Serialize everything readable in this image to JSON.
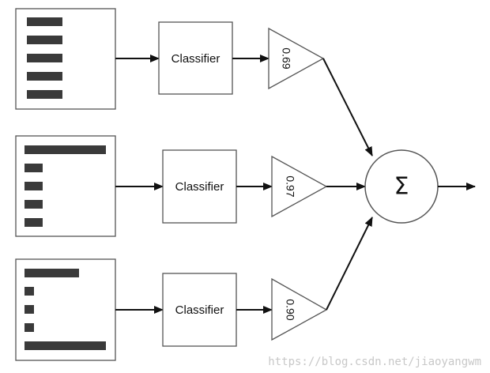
{
  "rows": [
    {
      "classifier_label": "Classifier",
      "weight_label": "0.69"
    },
    {
      "classifier_label": "Classifier",
      "weight_label": "0.97"
    },
    {
      "classifier_label": "Classifier",
      "weight_label": "0.90"
    }
  ],
  "sum_symbol": "Σ",
  "watermark": "https://blog.csdn.net/jiaoyangwm",
  "colors": {
    "bar": "#3a3a3a",
    "stroke": "#555555",
    "arrow": "#111111"
  }
}
